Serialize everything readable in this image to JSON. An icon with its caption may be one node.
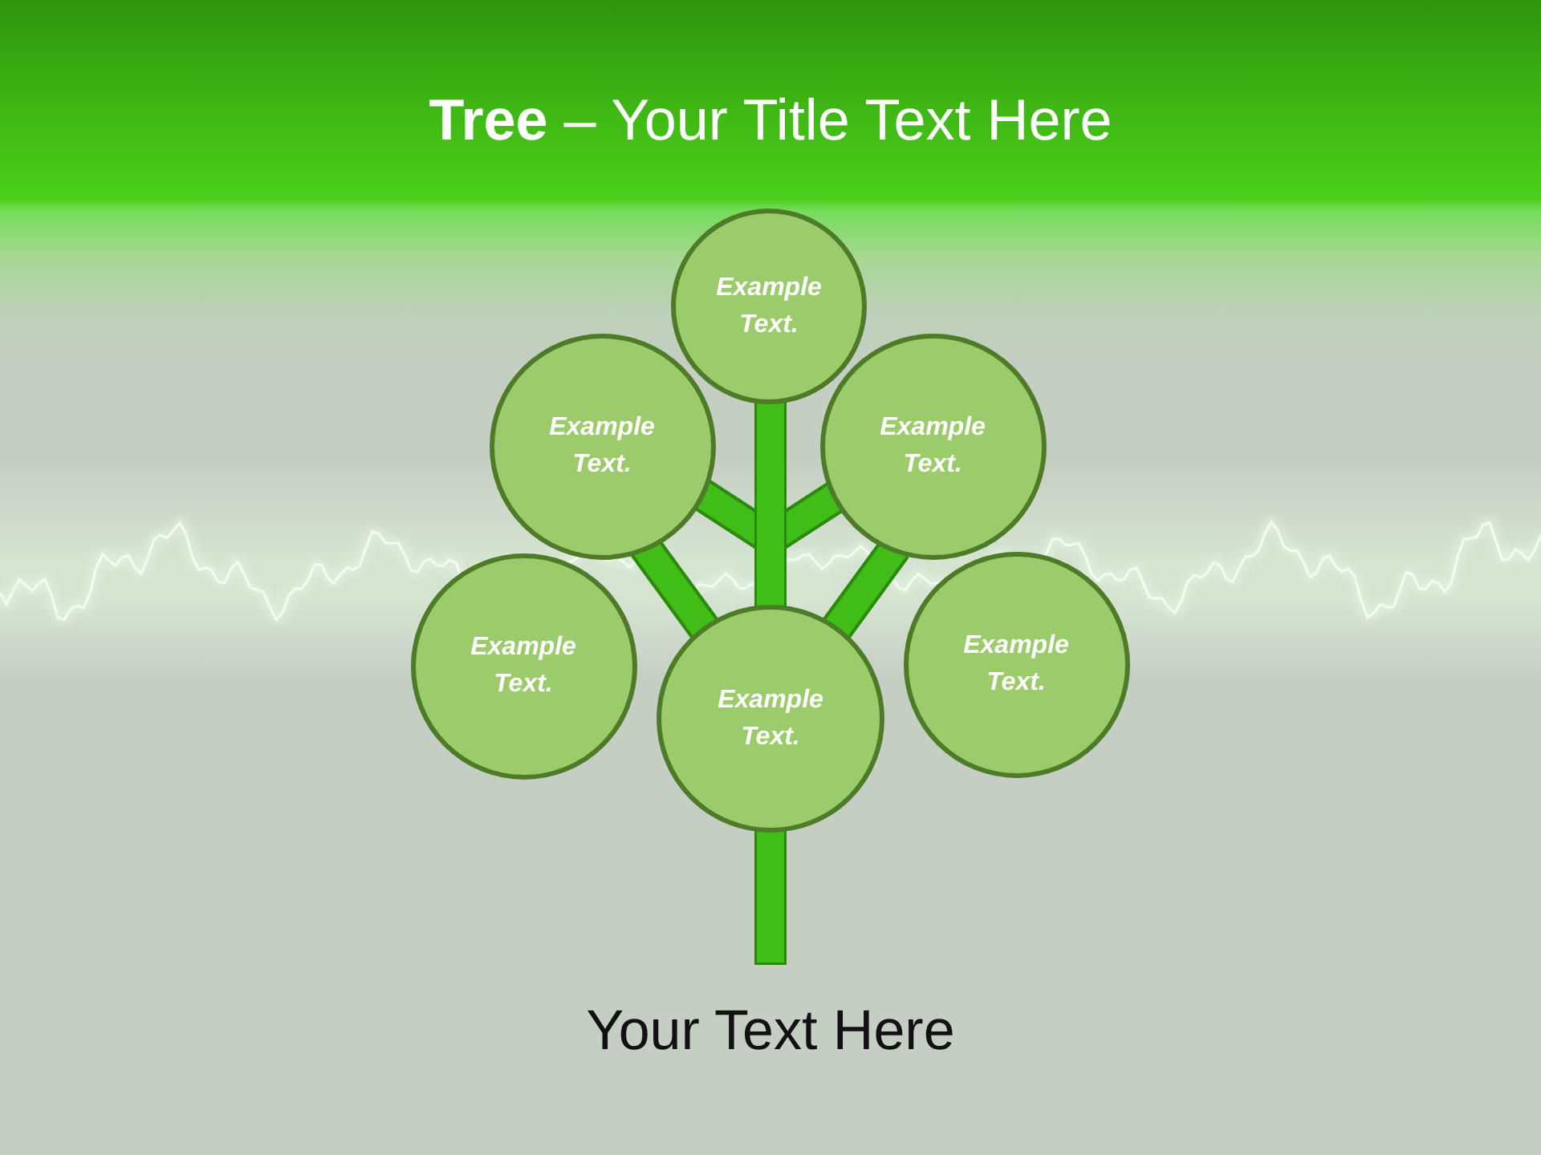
{
  "diagram": {
    "title": "**Tree** – Your Title Text Here",
    "caption": "Your Text Here",
    "nodes": [
      {
        "text": [
          "Example Text."
        ]
      },
      {
        "text": [
          "Example Text."
        ]
      },
      {
        "text": [
          "Example Text."
        ]
      },
      {
        "text": [
          "Example Text."
        ]
      },
      {
        "text": [
          "Example Text."
        ]
      },
      {
        "text": [
          "Example Text."
        ]
      }
    ],
    "edges": [
      {
        "from": null,
        "to": 4,
        "arrow": "none"
      },
      {
        "from": 4,
        "to": 0,
        "arrow": "none"
      },
      {
        "from": 0,
        "to": 1,
        "arrow": "none"
      },
      {
        "from": 0,
        "to": 2,
        "arrow": "none"
      },
      {
        "from": 4,
        "to": 1,
        "arrow": "none"
      },
      {
        "from": 4,
        "to": 2,
        "arrow": "none"
      }
    ]
  }
}
